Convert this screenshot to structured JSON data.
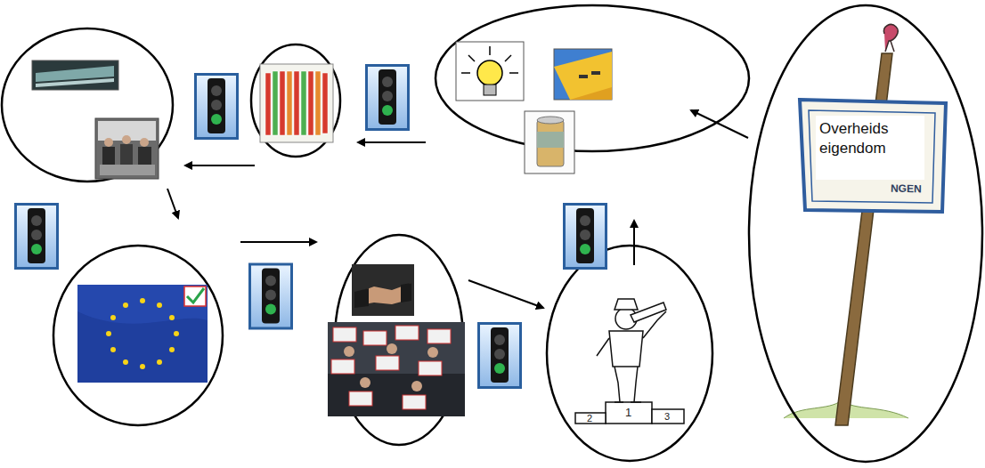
{
  "diagram": {
    "nodes": [
      {
        "text": [
          "Overheids eigendom"
        ]
      }
    ],
    "labels": [
      "NGEN",
      "2",
      "1",
      "3"
    ]
  }
}
